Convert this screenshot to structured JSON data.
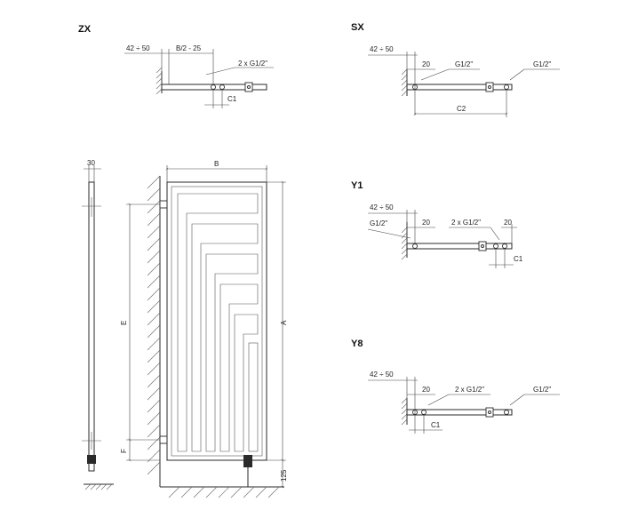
{
  "views": {
    "zx": {
      "title": "ZX",
      "dim_wall": "42 ÷ 50",
      "dim_half": "B/2 - 25",
      "connections": "2 x G1/2\"",
      "dim_c1": "C1"
    },
    "sx": {
      "title": "SX",
      "dim_wall": "42 ÷ 50",
      "dim_20": "20",
      "conn_left": "G1/2\"",
      "conn_right": "G1/2\"",
      "dim_c2": "C2"
    },
    "y1": {
      "title": "Y1",
      "dim_wall": "42 ÷ 50",
      "conn_left": "G1/2\"",
      "dim_20_left": "20",
      "connections": "2 x G1/2\"",
      "dim_20_right": "20",
      "dim_c1": "C1"
    },
    "y8": {
      "title": "Y8",
      "dim_wall": "42 ÷ 50",
      "dim_20": "20",
      "connections": "2 x G1/2\"",
      "conn_right": "G1/2\"",
      "dim_c1": "C1"
    }
  },
  "side_view": {
    "dim_depth": "30"
  },
  "front_view": {
    "dim_b": "B",
    "dim_a": "A",
    "dim_e": "E",
    "dim_f": "F",
    "dim_floor": "125"
  }
}
